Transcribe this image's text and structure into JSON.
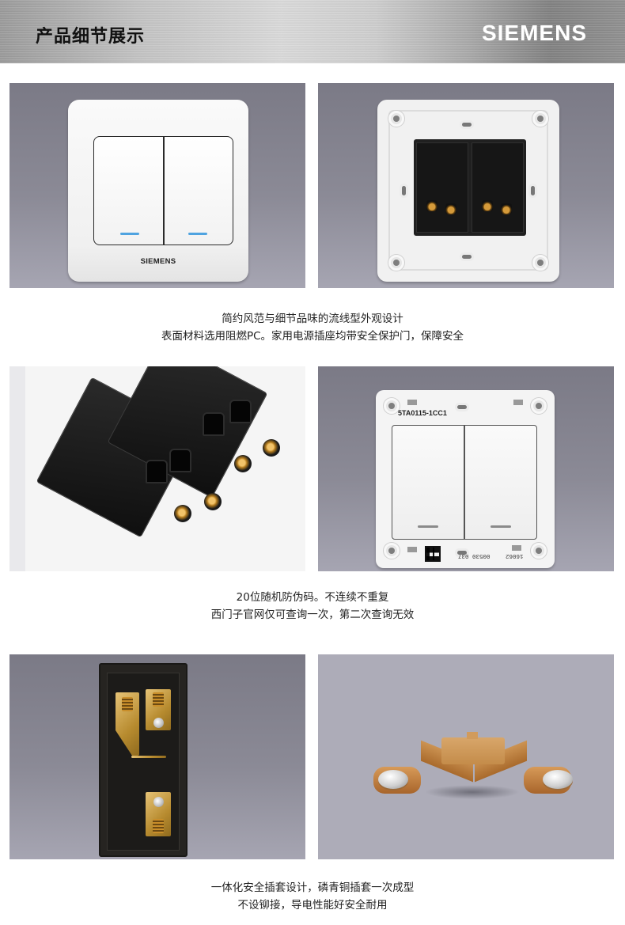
{
  "header": {
    "title": "产品细节展示",
    "brand_logo": "SIEMENS"
  },
  "sections": [
    {
      "images": [
        {
          "alt": "front view of white double-gang rocker switch with blue indicator lights",
          "brand_mark": "SIEMENS"
        },
        {
          "alt": "rear view of switch showing black mechanism modules and brass terminals"
        }
      ],
      "caption": {
        "line1": "简约风范与细节品味的流线型外观设计",
        "line2": "表面材料选用阻燃PC。家用电源插座均带安全保护门，保障安全"
      }
    },
    {
      "images": [
        {
          "alt": "close-up of black switch mechanism with brass screw terminals"
        },
        {
          "alt": "front of switch with cover removed showing model label and QR code",
          "model_label": "5TA0115-1CC1",
          "serial_a": "00530 037",
          "serial_b": "16062"
        }
      ],
      "caption": {
        "line1": "20位随机防伪码。不连续不重复",
        "line2": "西门子官网仅可查询一次，第二次查询无效"
      }
    },
    {
      "images": [
        {
          "alt": "cutaway of switch module showing brass conductor parts and silver contacts"
        },
        {
          "alt": "phosphor bronze contact bridge with two silver contact points"
        }
      ],
      "caption": {
        "line1": "一体化安全插套设计，磷青铜插套一次成型",
        "line2": "不设铆接，导电性能好安全耐用"
      }
    }
  ],
  "colors": {
    "photo_background": "#85848f",
    "led_blue": "#4fa3e0",
    "brass": "#c48c4a",
    "caption_text": "#222222"
  }
}
